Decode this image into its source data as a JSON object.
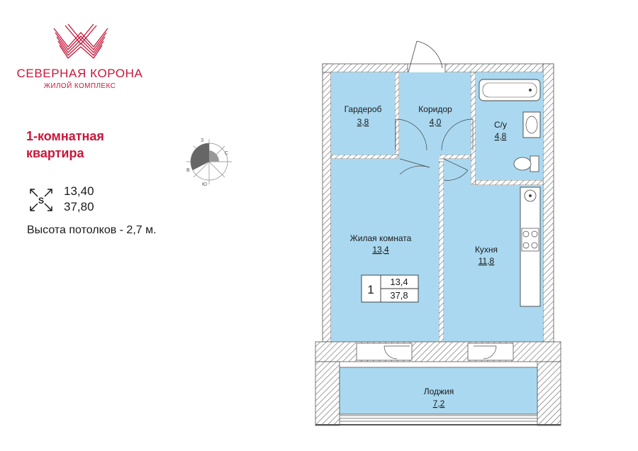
{
  "brand": {
    "name": "СЕВЕРНАЯ КОРОНА",
    "subtitle": "ЖИЛОЙ КОМПЛЕКС",
    "logo_icon": "crown-chevrons-logo",
    "color": "#c8173b"
  },
  "apartment": {
    "type_line1": "1-комнатная",
    "type_line2": "квартира",
    "living_area": "13,40",
    "total_area": "37,80",
    "ceiling": "Высота потолков - 2,7 м."
  },
  "compass": {
    "icon": "compass-rose-icon",
    "north": "С",
    "south": "Ю",
    "east": "В",
    "west": "З"
  },
  "rooms": {
    "wardrobe": {
      "name": "Гардероб",
      "area": "3,8"
    },
    "corridor": {
      "name": "Коридор",
      "area": "4,0"
    },
    "bathroom": {
      "name": "С/у",
      "area": "4,8"
    },
    "living": {
      "name": "Жилая комната",
      "area": "13,4"
    },
    "kitchen": {
      "name": "Кухня",
      "area": "11,8"
    },
    "loggia": {
      "name": "Лоджия",
      "area": "7,2"
    }
  },
  "summary": {
    "rooms_count": "1",
    "living": "13,4",
    "total": "37,8"
  },
  "colors": {
    "room_fill": "#aad8f0",
    "wall": "#555555"
  }
}
